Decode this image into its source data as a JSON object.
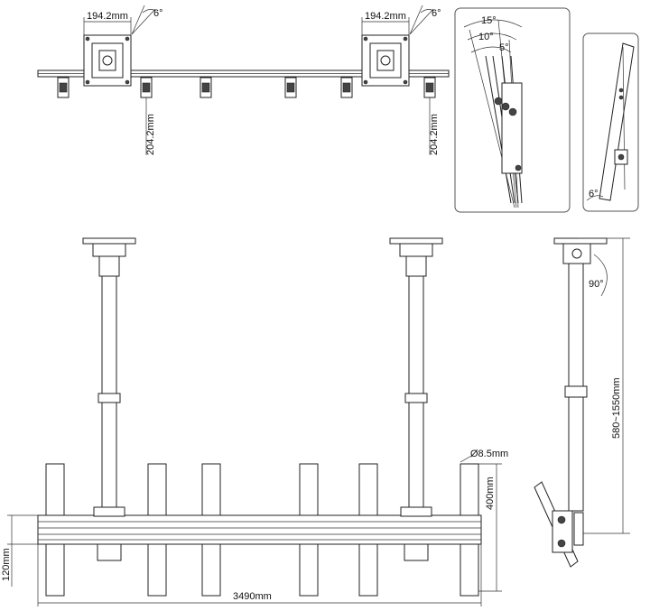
{
  "top_view": {
    "left_width": "194.2mm",
    "left_angle": "6°",
    "right_width": "194.2mm",
    "right_angle": "6°",
    "left_height": "204.2mm",
    "right_height": "204.2mm"
  },
  "tilt_panel": {
    "angle_15": "15°",
    "angle_10": "10°",
    "angle_5": "5°"
  },
  "side_small_panel": {
    "angle": "6°"
  },
  "front_view": {
    "hole_diameter": "Ø8.5mm",
    "bracket_height": "400mm",
    "bar_height": "120mm",
    "total_width": "3490mm"
  },
  "side_view": {
    "rotation": "90°",
    "pole_length": "580~1550mm"
  }
}
